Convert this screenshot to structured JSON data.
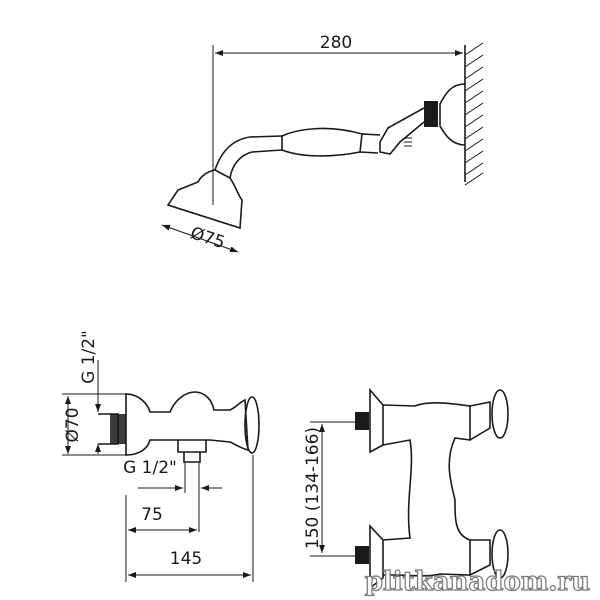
{
  "dimensions": {
    "handshower_reach": "280",
    "head_diameter": "Ø75",
    "flange_diameter": "Ø70",
    "inlet_thread": "G 1/2\"",
    "outlet_thread": "G 1/2\"",
    "outlet_offset": "75",
    "total_depth": "145",
    "inlet_spacing": "150 (134-166)"
  },
  "watermark": "plitkanadom.ru"
}
